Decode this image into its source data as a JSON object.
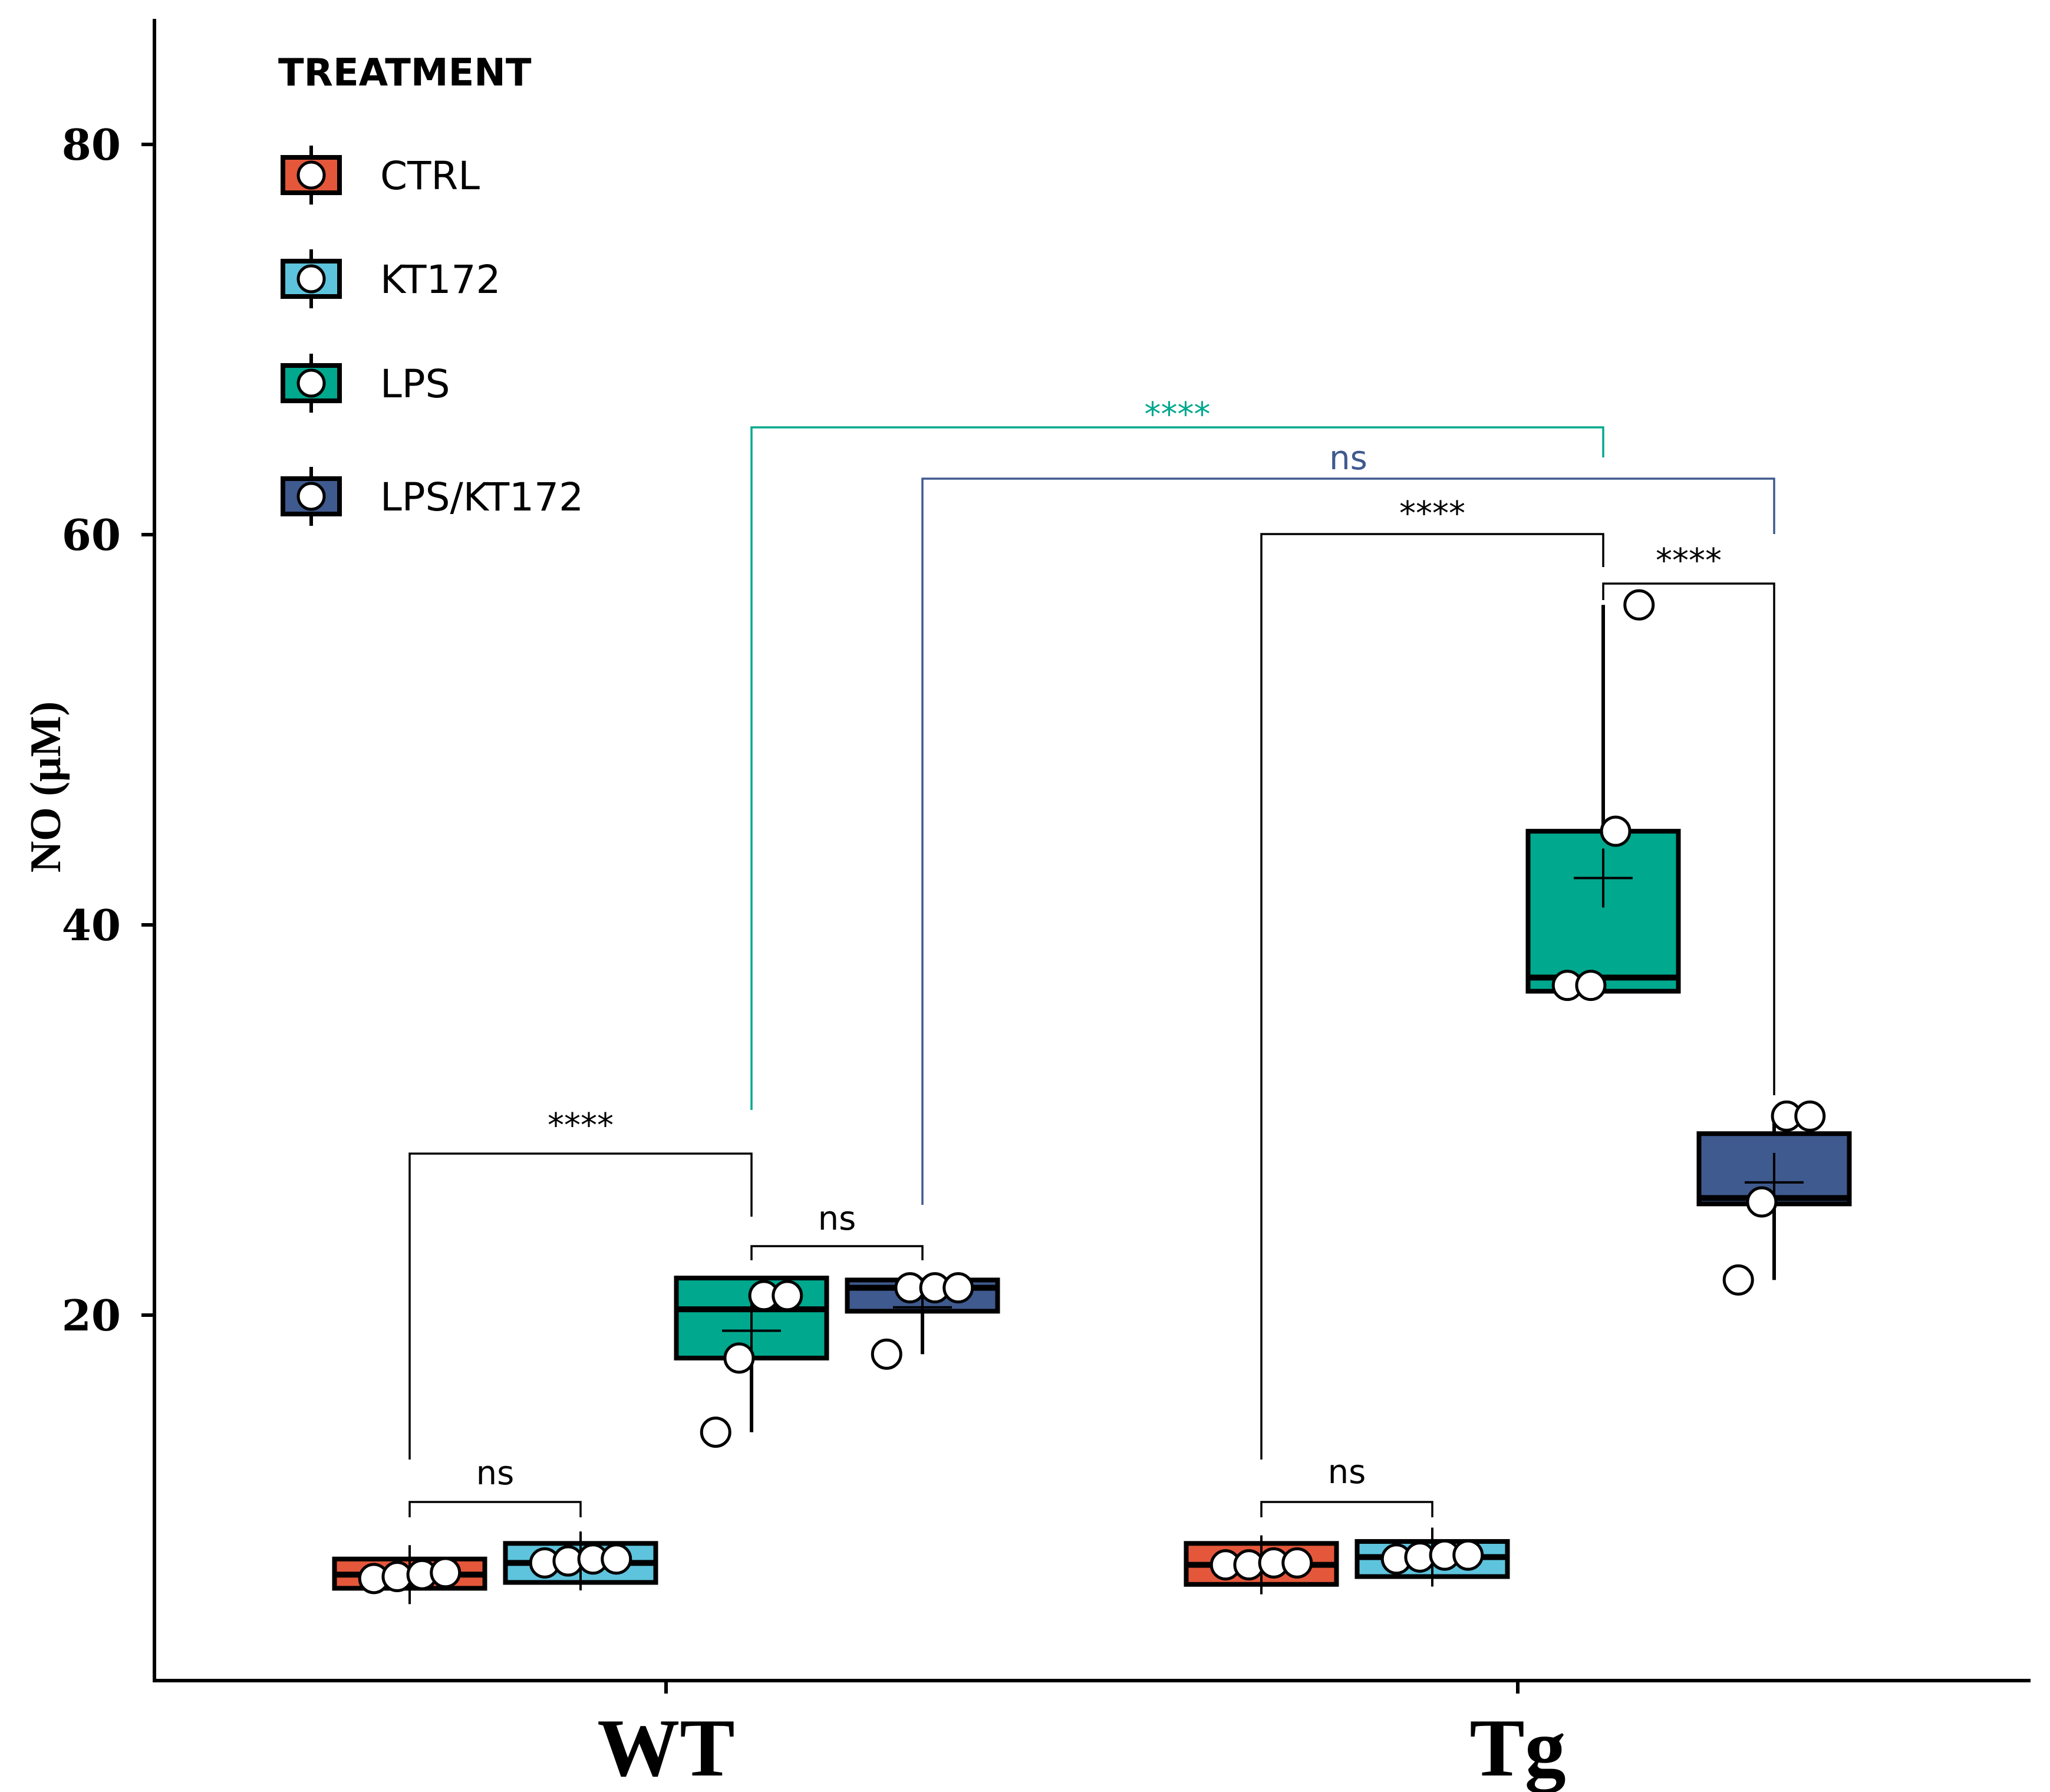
{
  "chart_data": {
    "type": "box",
    "title": "",
    "xlabel": "",
    "ylabel": "NO (μM)",
    "ylim": [
      0,
      87
    ],
    "yticks": [
      20,
      40,
      60,
      80
    ],
    "categories": [
      "WT",
      "Tg"
    ],
    "legend": {
      "title": "TREATMENT",
      "placement": "top-left",
      "entries": [
        "CTRL",
        "KT172",
        "LPS",
        "LPS/KT172"
      ]
    },
    "colors": {
      "CTRL": "#e4573a",
      "KT172": "#5ec4dd",
      "LPS": "#00a88e",
      "LPS/KT172": "#3f5a8e"
    },
    "series": [
      {
        "name": "CTRL",
        "groups": {
          "WT": {
            "q1": 6.0,
            "median": 6.7,
            "q3": 7.5,
            "mean": 6.7,
            "min": 6.3,
            "max": 7.0,
            "points": [
              6.5,
              6.6,
              6.7,
              6.8
            ]
          },
          "Tg": {
            "q1": 6.2,
            "median": 7.2,
            "q3": 8.3,
            "mean": 7.2,
            "min": 6.3,
            "max": 8.0,
            "points": [
              7.2,
              7.2,
              7.3,
              7.3
            ]
          }
        }
      },
      {
        "name": "KT172",
        "groups": {
          "WT": {
            "q1": 6.3,
            "median": 7.3,
            "q3": 8.3,
            "mean": 7.4,
            "min": 6.3,
            "max": 8.2,
            "points": [
              7.3,
              7.4,
              7.5,
              7.5
            ]
          },
          "Tg": {
            "q1": 6.6,
            "median": 7.6,
            "q3": 8.4,
            "mean": 7.6,
            "min": 6.6,
            "max": 8.5,
            "points": [
              7.5,
              7.6,
              7.7,
              7.7
            ]
          }
        }
      },
      {
        "name": "LPS",
        "groups": {
          "WT": {
            "q1": 17.8,
            "median": 20.3,
            "q3": 21.9,
            "mean": 19.2,
            "min": 14.0,
            "max": 21.9,
            "points": [
              14.0,
              17.8,
              21.0,
              21.0
            ]
          },
          "Tg": {
            "q1": 36.6,
            "median": 37.3,
            "q3": 44.8,
            "mean": 42.4,
            "min": 36.9,
            "max": 56.4,
            "points": [
              36.9,
              36.9,
              44.8,
              56.4
            ]
          }
        }
      },
      {
        "name": "LPS/KT172",
        "groups": {
          "WT": {
            "q1": 20.2,
            "median": 21.4,
            "q3": 21.8,
            "mean": 20.4,
            "min": 18.0,
            "max": 21.8,
            "points": [
              18.0,
              21.4,
              21.4,
              21.4
            ]
          },
          "Tg": {
            "q1": 25.7,
            "median": 26.0,
            "q3": 29.3,
            "mean": 26.8,
            "min": 21.8,
            "max": 30.2,
            "points": [
              21.8,
              25.8,
              30.2,
              30.2
            ]
          }
        }
      }
    ],
    "comparisons": [
      {
        "from": "WT:CTRL",
        "to": "WT:KT172",
        "label": "ns",
        "color": "#000000"
      },
      {
        "from": "WT:LPS",
        "to": "WT:LPS/KT172",
        "label": "ns",
        "color": "#000000"
      },
      {
        "from": "WT:CTRL",
        "to": "WT:LPS",
        "label": "****",
        "color": "#000000"
      },
      {
        "from": "Tg:CTRL",
        "to": "Tg:KT172",
        "label": "ns",
        "color": "#000000"
      },
      {
        "from": "Tg:LPS",
        "to": "Tg:LPS/KT172",
        "label": "****",
        "color": "#000000"
      },
      {
        "from": "Tg:CTRL",
        "to": "Tg:LPS",
        "label": "****",
        "color": "#000000"
      },
      {
        "from": "WT:LPS/KT172",
        "to": "Tg:LPS/KT172",
        "label": "ns",
        "color": "#3f5a8e"
      },
      {
        "from": "WT:LPS",
        "to": "Tg:LPS",
        "label": "****",
        "color": "#00a88e"
      }
    ],
    "grid": false
  }
}
